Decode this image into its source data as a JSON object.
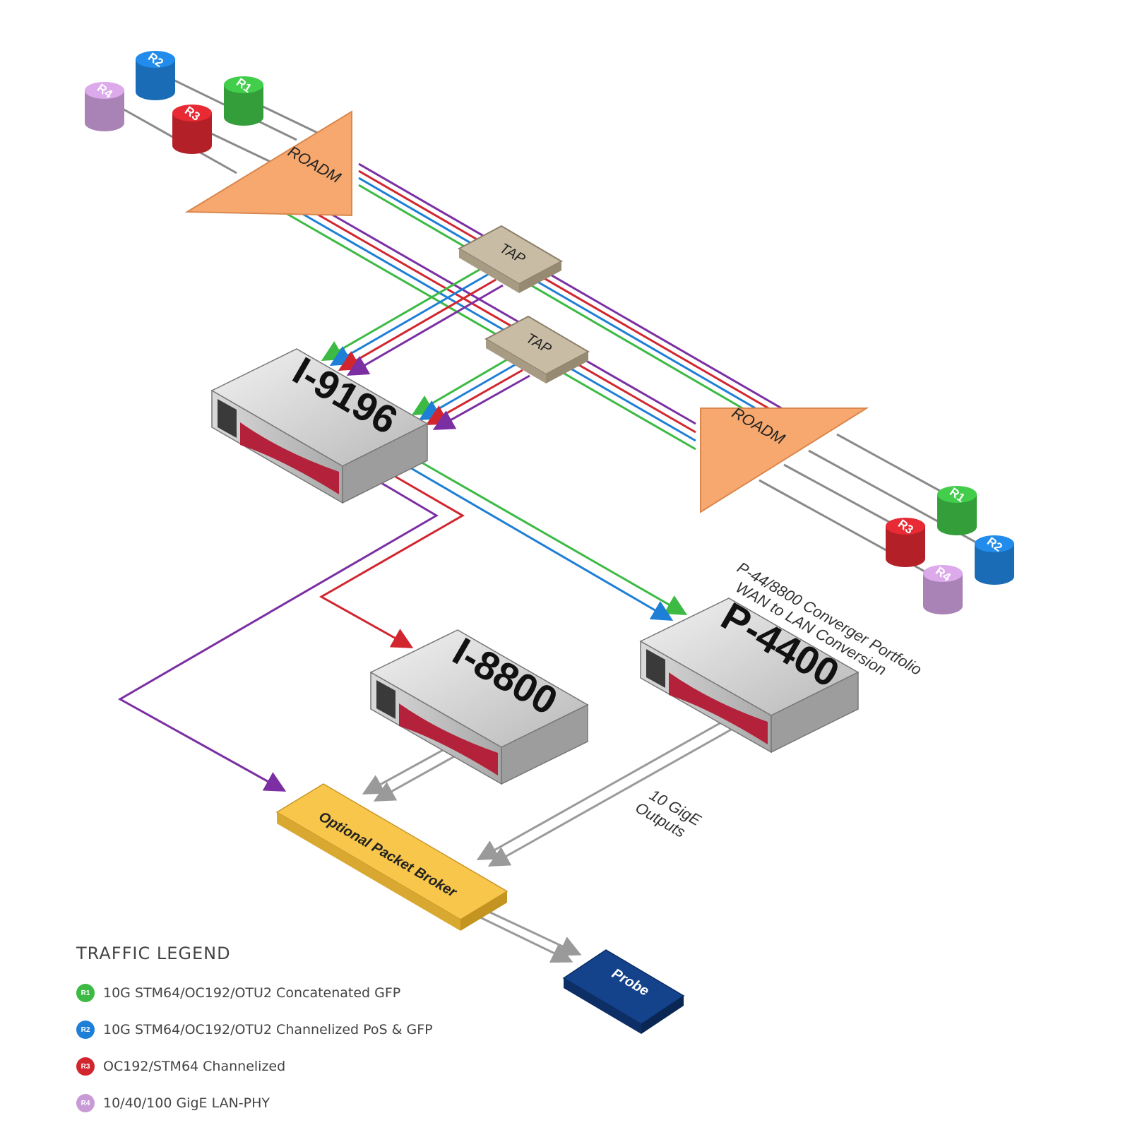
{
  "routers_top": [
    {
      "id": "R1",
      "label": "R1",
      "color": "#3cba44"
    },
    {
      "id": "R2",
      "label": "R2",
      "color": "#1e7fd6"
    },
    {
      "id": "R3",
      "label": "R3",
      "color": "#d2262f"
    },
    {
      "id": "R4",
      "label": "R4",
      "color": "#c89ad6"
    }
  ],
  "routers_bottom": [
    {
      "id": "R1",
      "label": "R1",
      "color": "#3cba44"
    },
    {
      "id": "R3",
      "label": "R3",
      "color": "#d2262f"
    },
    {
      "id": "R2",
      "label": "R2",
      "color": "#1e7fd6"
    },
    {
      "id": "R4",
      "label": "R4",
      "color": "#c89ad6"
    }
  ],
  "roadm_top": {
    "label": "ROADM"
  },
  "roadm_bottom": {
    "label": "ROADM"
  },
  "tap1": {
    "label": "TAP"
  },
  "tap2": {
    "label": "TAP"
  },
  "devices": {
    "i9196": {
      "label": "I-9196"
    },
    "i8800": {
      "label": "I-8800"
    },
    "p4400": {
      "label": "P-4400"
    }
  },
  "converger_note": {
    "line1": "P-44/8800 Converger Portfolio",
    "line2": "WAN to LAN Conversion"
  },
  "outputs_note": {
    "line1": "10 GigE",
    "line2": "Outputs"
  },
  "packet_broker": {
    "label": "Optional Packet Broker"
  },
  "probe": {
    "label": "Probe"
  },
  "colors": {
    "r1": "#3cba44",
    "r2": "#1e7fd6",
    "r3": "#d2262f",
    "r4": "#7b2fa3",
    "roadm": "#f6a86e",
    "tap": "#c9bca5",
    "broker": "#f7c64a",
    "probe": "#14438c"
  },
  "legend": {
    "title": "TRAFFIC LEGEND",
    "items": [
      {
        "badge": "R1",
        "color": "#3cba44",
        "text": "10G STM64/OC192/OTU2 Concatenated GFP"
      },
      {
        "badge": "R2",
        "color": "#1e7fd6",
        "text": "10G STM64/OC192/OTU2 Channelized PoS & GFP"
      },
      {
        "badge": "R3",
        "color": "#d2262f",
        "text": "OC192/STM64 Channelized"
      },
      {
        "badge": "R4",
        "color": "#c89ad6",
        "text": "10/40/100 GigE LAN-PHY"
      }
    ]
  }
}
